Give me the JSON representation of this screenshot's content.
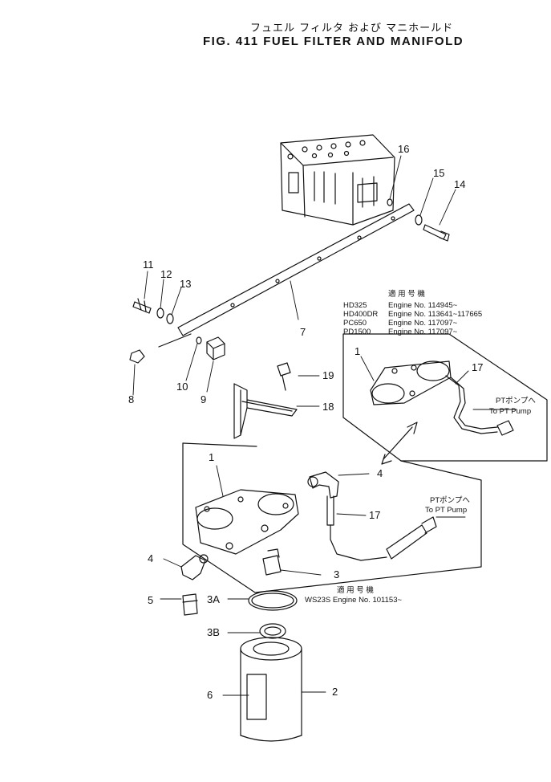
{
  "title": {
    "japanese": "フュエル フィルタ および マニホールド",
    "english": "FIG. 411   FUEL FILTER AND MANIFOLD"
  },
  "applicability_upper": {
    "header": "適 用 号 機",
    "rows": [
      {
        "model": "HD325",
        "engine": "Engine No. 114945~"
      },
      {
        "model": "HD400DR",
        "engine": "Engine No. 113641~117665"
      },
      {
        "model": "PC650",
        "engine": "Engine No. 117097~"
      },
      {
        "model": "PD1500",
        "engine": "Engine No. 117097~"
      }
    ]
  },
  "applicability_lower": {
    "header": "適 用 号 機",
    "row": "WS23S  Engine No. 101153~"
  },
  "to_pump": {
    "jp": "PTポンプへ",
    "en": "To PT Pump"
  },
  "callouts": {
    "c1_upper": "1",
    "c17_upper": "17",
    "c1_lower": "1",
    "c4_top": "4",
    "c17_lower": "17",
    "c4_left": "4",
    "c5": "5",
    "c3": "3",
    "c3a": "3A",
    "c3b": "3B",
    "c6": "6",
    "c2": "2",
    "c7": "7",
    "c8": "8",
    "c9": "9",
    "c10": "10",
    "c11": "11",
    "c12": "12",
    "c13": "13",
    "c14": "14",
    "c15": "15",
    "c16": "16",
    "c18": "18",
    "c19": "19"
  }
}
